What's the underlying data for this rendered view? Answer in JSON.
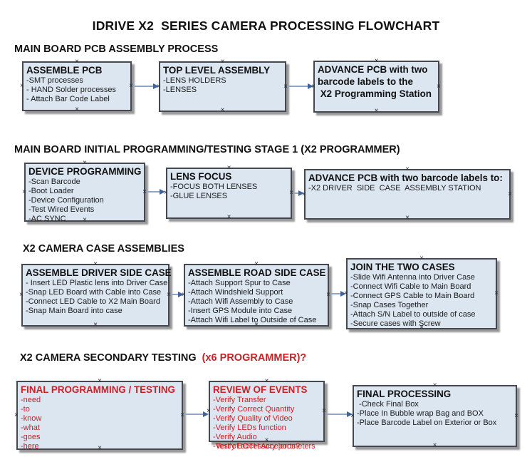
{
  "title": "IDRIVE X2  SERIES CAMERA PROCESSING FLOWCHART",
  "colors": {
    "background": "#ffffff",
    "box_fill": "#dce6f1",
    "box_border": "#45494f",
    "text": "#141414",
    "red_text": "#cc2026",
    "arrow_line": "#8fa6c6",
    "arrow_head": "#41639c"
  },
  "icons": {
    "connection_handle_glyph": "×"
  },
  "sections": [
    {
      "heading": {
        "text": "MAIN BOARD PCB ASSEMBLY PROCESS",
        "red": ""
      },
      "boxes": [
        {
          "id": "assemble-pcb",
          "header": "ASSEMBLE PCB",
          "items": [
            "-SMT processes",
            "- HAND Solder processes",
            "- Attach Bar Code Label"
          ]
        },
        {
          "id": "top-level-assembly",
          "header": "TOP LEVEL ASSEMBLY",
          "items": [
            "-LENS HOLDERS",
            "-LENSES"
          ]
        },
        {
          "id": "advance-pcb-to-programming-station",
          "header": "ADVANCE PCB with two\nbarcode labels to the\n X2 Programming Station",
          "items": []
        }
      ]
    },
    {
      "heading": {
        "text": "MAIN BOARD INITIAL PROGRAMMING/TESTING STAGE 1 (X2 PROGRAMMER)",
        "red": ""
      },
      "boxes": [
        {
          "id": "device-programming",
          "header": "DEVICE PROGRAMMING",
          "items": [
            "-Scan Barcode",
            "-Boot Loader",
            "-Device Configuration",
            "-Test Wired Events",
            "-AC SYNC"
          ]
        },
        {
          "id": "lens-focus",
          "header": "LENS FOCUS",
          "items": [
            "-FOCUS BOTH LENSES",
            "-GLUE LENSES"
          ]
        },
        {
          "id": "advance-pcb-to-case-assembly",
          "header": "ADVANCE PCB with two barcode labels to:",
          "items": [
            "-X2 DRIVER  SIDE  CASE  ASSEMBLY STATION"
          ]
        }
      ]
    },
    {
      "heading": {
        "text": "X2 CAMERA CASE ASSEMBLIES",
        "red": ""
      },
      "boxes": [
        {
          "id": "assemble-driver-side-case",
          "header": "ASSEMBLE DRIVER SIDE CASE",
          "items": [
            "- Insert LED Plastic lens into Driver Case",
            "-Snap LED Board with Cable into Case",
            "-Connect LED Cable to X2 Main Board",
            "-Snap Main Board into case"
          ]
        },
        {
          "id": "assemble-road-side-case",
          "header": "ASSEMBLE ROAD SIDE CASE",
          "items": [
            "-Attach Support Spur to Case",
            "-Attach Windshield Support",
            "-Attach Wifi Assembly to Case",
            "-Insert GPS Module into Case",
            "-Attach Wifi Label to Outside of Case"
          ]
        },
        {
          "id": "join-the-two-cases",
          "header": "JOIN THE TWO CASES",
          "items": [
            "-Slide Wifi Antenna into Driver Case",
            "-Connect Wifi Cable to Main Board",
            "-Connect GPS Cable to Main Board",
            "-Snap Cases Together",
            "-Attach S/N Label to outside of case",
            "-Secure cases with Screw"
          ]
        }
      ]
    },
    {
      "heading": {
        "text": "X2 CAMERA SECONDARY TESTING ",
        "red": " (x6 PROGRAMMER)?"
      },
      "boxes": [
        {
          "id": "final-programming-testing",
          "header": "FINAL PROGRAMMING / TESTING",
          "color": "red",
          "items": [
            "-need",
            "-to",
            "-know",
            "-what",
            "-goes",
            "-here"
          ]
        },
        {
          "id": "review-of-events",
          "header": "REVIEW OF EVENTS",
          "color": "red",
          "overflow_last": true,
          "items": [
            "-Verify Transfer",
            "-Verify Correct Quantity",
            "-Verify Quality of Video",
            "-Verify LEDs function",
            "-Verify Audio",
            "-Verify BOTH Accelerometers",
            "-Test of accessory ports?"
          ]
        },
        {
          "id": "final-processing",
          "header": "FINAL PROCESSING",
          "items": [
            " -Check Final Box",
            "-Place In Bubble wrap Bag and BOX",
            "-Place Barcode Label on Exterior or Box"
          ]
        }
      ]
    }
  ]
}
